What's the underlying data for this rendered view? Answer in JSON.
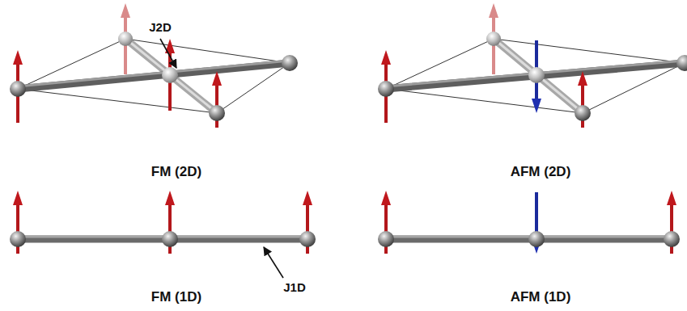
{
  "diagram": {
    "labels": [
      "J2D",
      "FM (2D)",
      "AFM (2D)",
      "FM (1D)",
      "J1D",
      "AFM (1D)"
    ]
  }
}
